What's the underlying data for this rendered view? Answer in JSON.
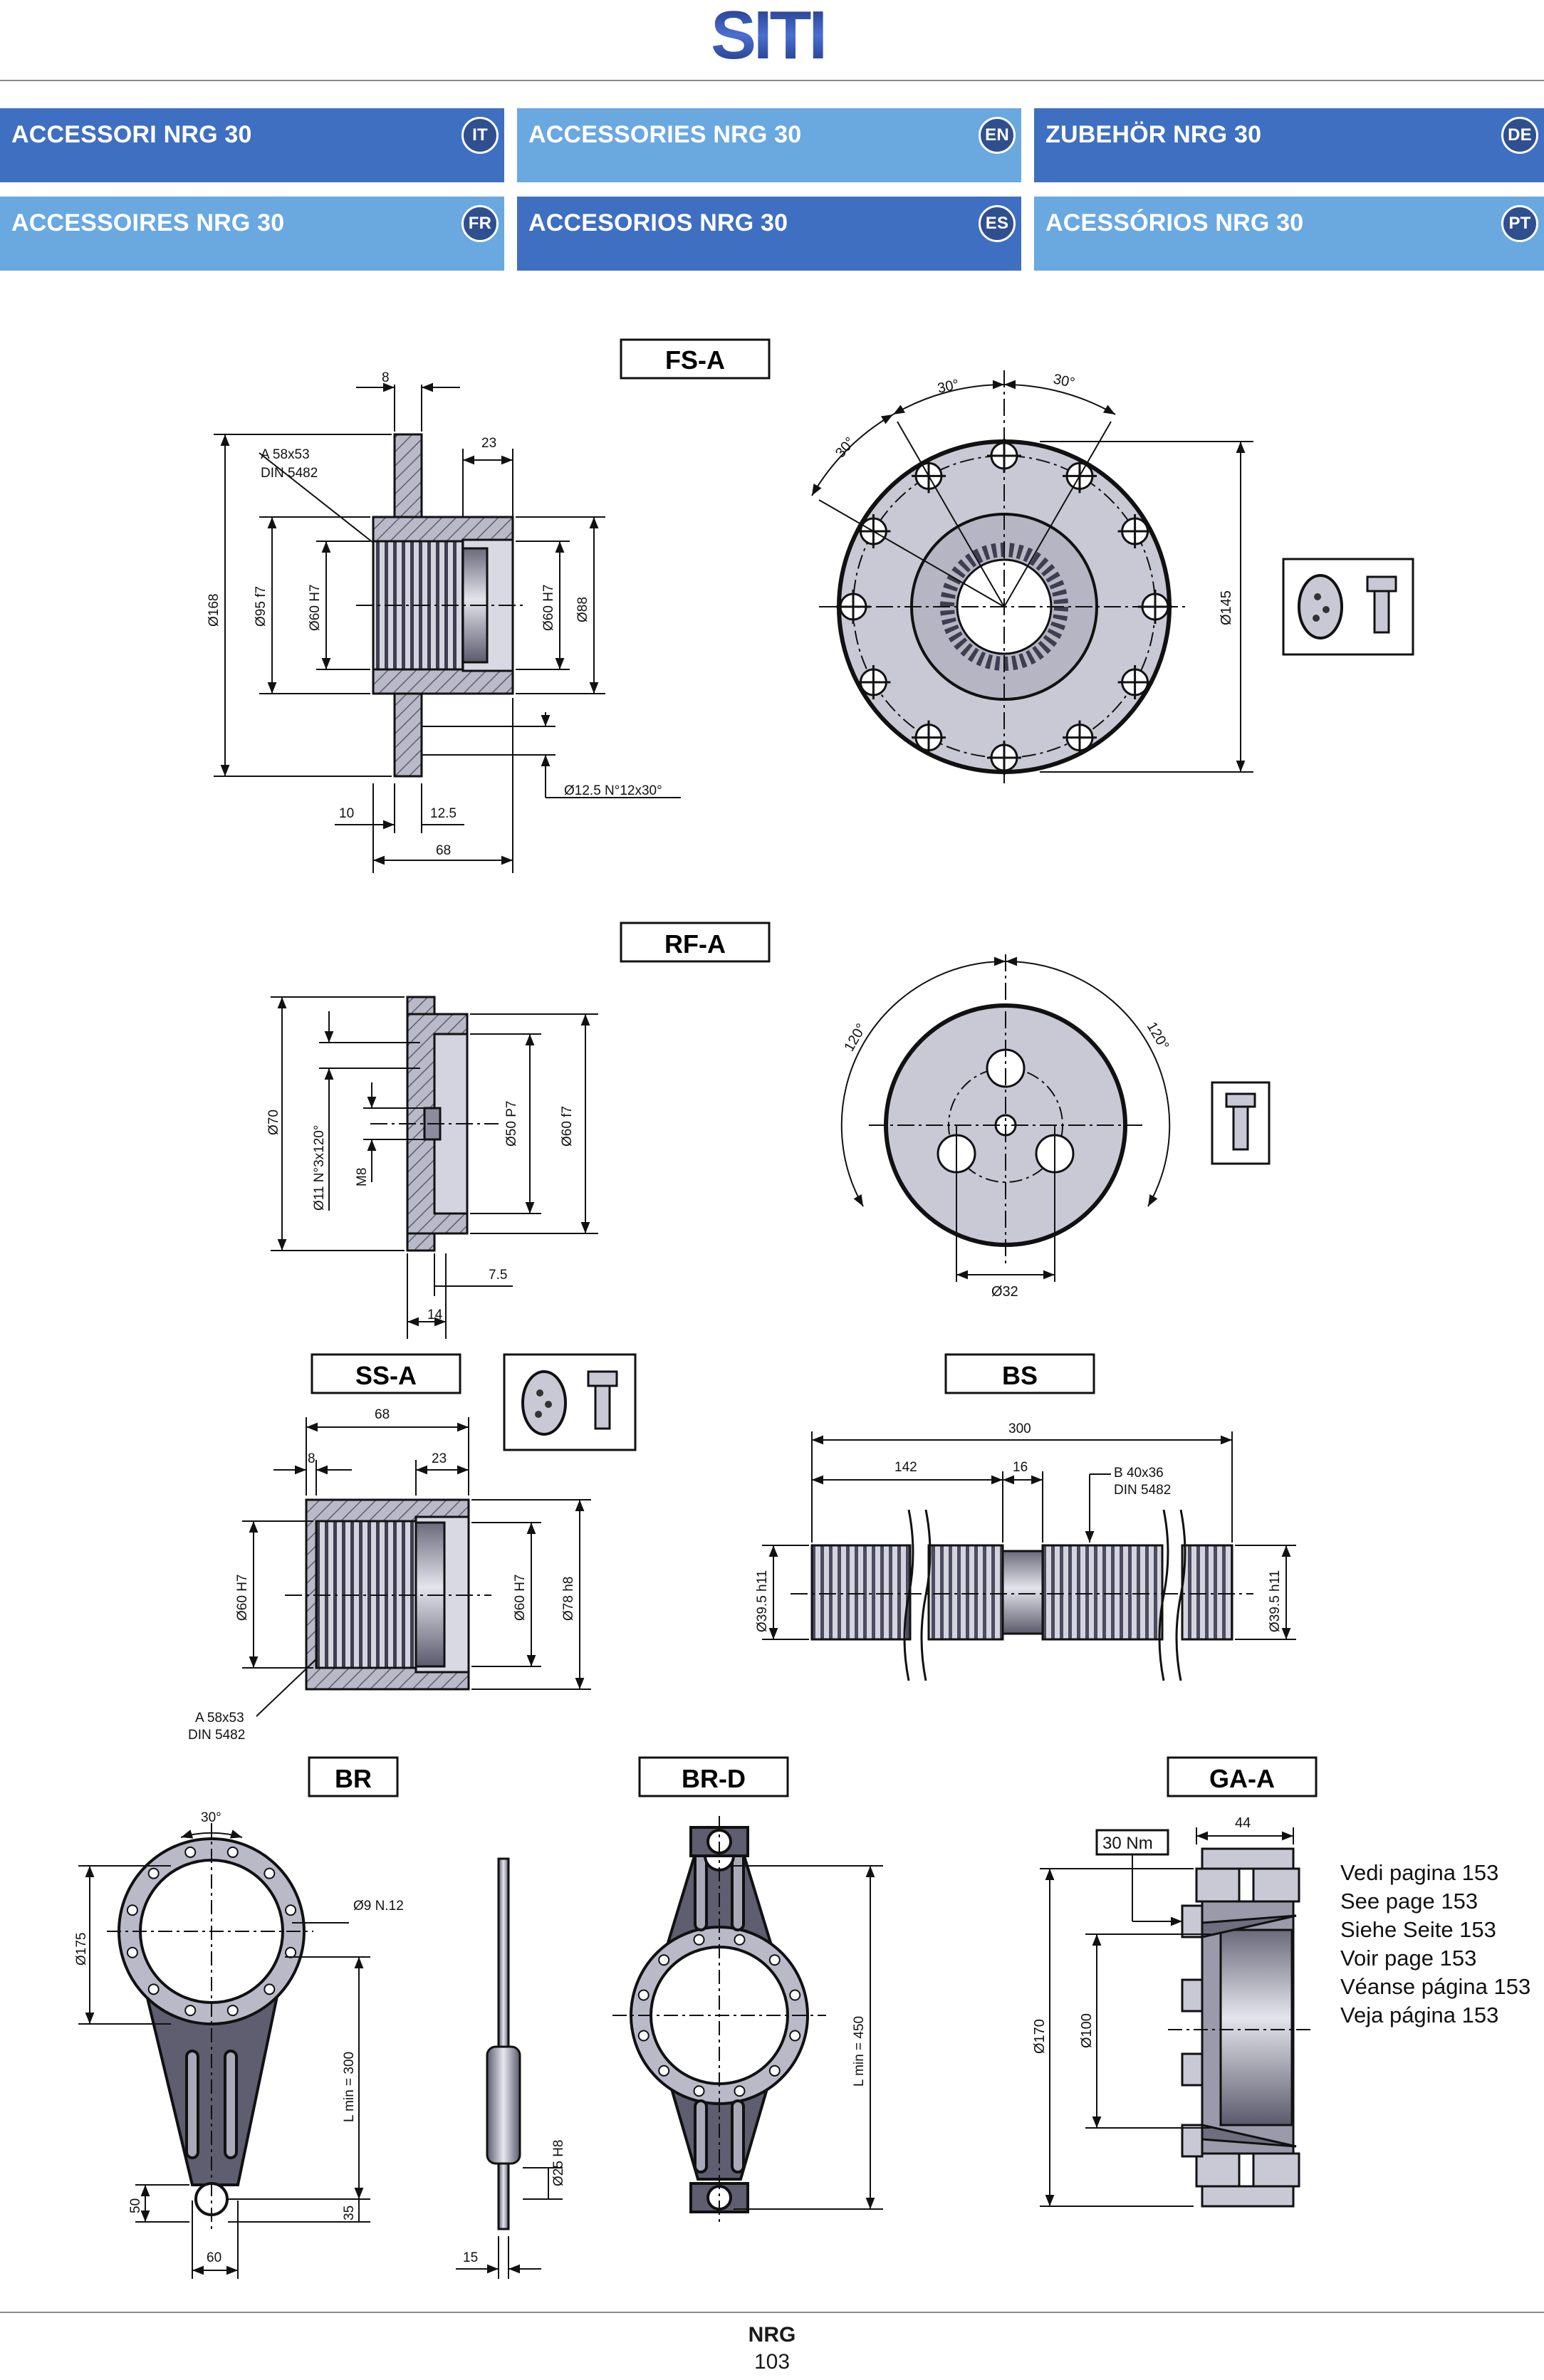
{
  "brand": "SITI",
  "headers": [
    {
      "label": "ACCESSORI NRG 30",
      "lang": "IT"
    },
    {
      "label": "ACCESSORIES NRG 30",
      "lang": "EN"
    },
    {
      "label": "ZUBEHÖR NRG 30",
      "lang": "DE"
    },
    {
      "label": "ACCESSOIRES NRG 30",
      "lang": "FR"
    },
    {
      "label": "ACCESORIOS NRG 30",
      "lang": "ES"
    },
    {
      "label": "ACESSÓRIOS NRG 30",
      "lang": "PT"
    }
  ],
  "colors": {
    "bar_dark": "#3f6fc1",
    "bar_light": "#6aa8e0",
    "part_fill": "#c9c9d6",
    "part_dark": "#6e6e80",
    "line": "#111111"
  },
  "fsa": {
    "name": "FS-A",
    "dim_8": "8",
    "dim_23": "23",
    "dim_10": "10",
    "dim_125": "12.5",
    "dim_68": "68",
    "spline": "A 58x53",
    "spline_std": "DIN 5482",
    "d168": "Ø168",
    "d95": "Ø95 f7",
    "d60a": "Ø60 H7",
    "d60b": "Ø60 H7",
    "d88": "Ø88",
    "holes": "Ø12.5 N°12x30°",
    "d145": "Ø145",
    "ang1": "30°",
    "ang2": "30°",
    "ang3": "30°"
  },
  "rfa": {
    "name": "RF-A",
    "d70": "Ø70",
    "d11": "Ø11 N°3x120°",
    "m8": "M8",
    "d50": "Ø50 P7",
    "d60": "Ø60 f7",
    "dim_75": "7.5",
    "dim_14": "14",
    "d32": "Ø32",
    "ang1": "120°",
    "ang2": "120°"
  },
  "ssa": {
    "name": "SS-A",
    "dim_68": "68",
    "dim_8": "8",
    "dim_23": "23",
    "d60a": "Ø60 H7",
    "d60b": "Ø60 H7",
    "d78": "Ø78 h8",
    "spline": "A 58x53",
    "spline_std": "DIN 5482"
  },
  "bs": {
    "name": "BS",
    "dim_300": "300",
    "dim_142": "142",
    "dim_16": "16",
    "spline": "B 40x36",
    "spline_std": "DIN 5482",
    "d395a": "Ø39.5 h11",
    "d395b": "Ø39.5 h11"
  },
  "br": {
    "name": "BR",
    "ang": "30°",
    "holes": "Ø9 N.12",
    "d175": "Ø175",
    "lmin": "L min = 300",
    "dim_50": "50",
    "dim_35": "35",
    "dim_60": "60"
  },
  "brd": {
    "name": "BR-D",
    "d25": "Ø25 H8",
    "dim_15": "15",
    "lmin": "L min = 450"
  },
  "gaa": {
    "name": "GA-A",
    "torque": "30 Nm",
    "dim_44": "44",
    "d170": "Ø170",
    "d100": "Ø100"
  },
  "see_page": [
    "Vedi pagina 153",
    "See page 153",
    "Siehe Seite 153",
    "Voir page 153",
    "Véanse página 153",
    "Veja página 153"
  ],
  "footer": {
    "title": "NRG",
    "page": "103"
  }
}
